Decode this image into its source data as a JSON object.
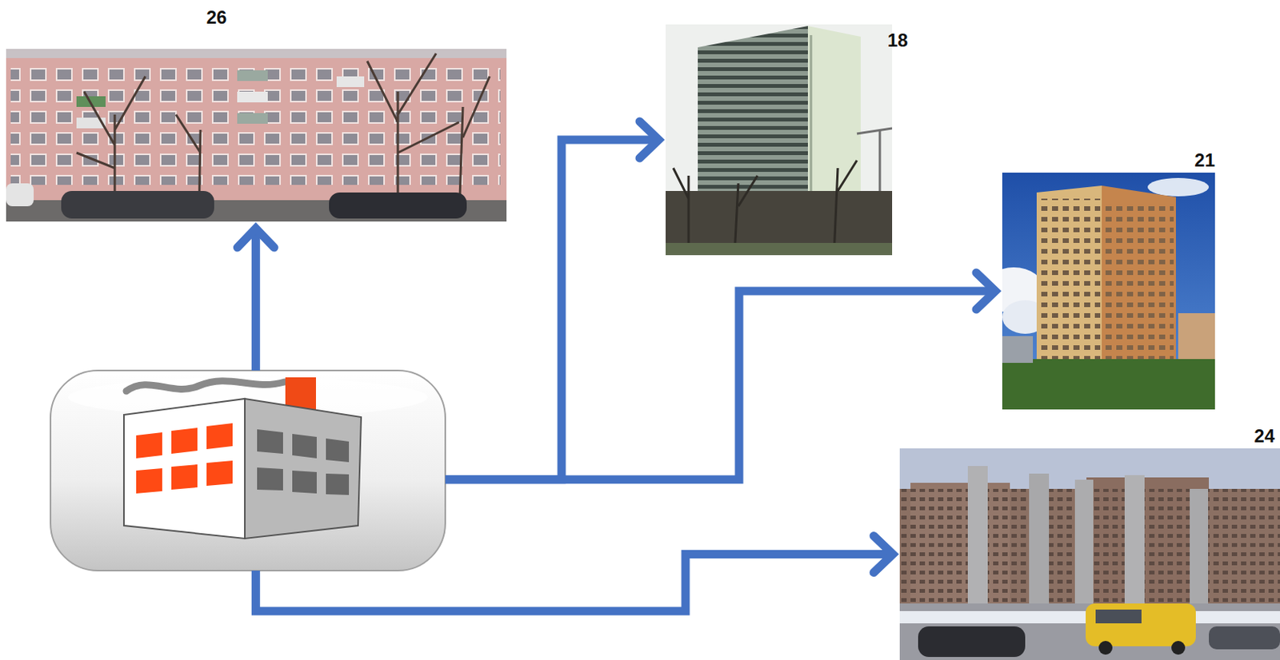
{
  "diagram": {
    "nodes": [
      {
        "text": [
          "26"
        ]
      },
      {
        "text": [
          "18"
        ]
      },
      {
        "text": [
          "21"
        ]
      },
      {
        "text": []
      },
      {
        "text": [
          "24"
        ]
      }
    ],
    "edges": [
      {
        "from": 3,
        "to": 0,
        "arrow": "to"
      },
      {
        "from": 3,
        "to": 1,
        "arrow": "to"
      },
      {
        "from": 3,
        "to": 2,
        "arrow": "to"
      },
      {
        "from": 3,
        "to": 4,
        "arrow": "to"
      }
    ]
  }
}
